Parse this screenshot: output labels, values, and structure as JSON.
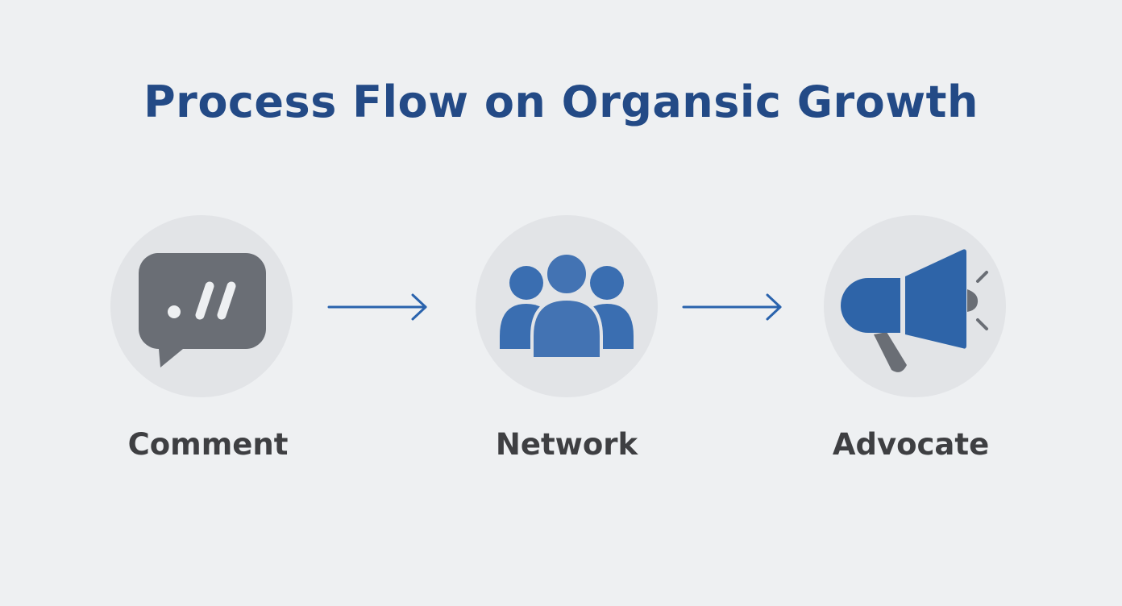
{
  "title": "Process Flow on Organsic Growth",
  "steps": [
    {
      "label": "Comment",
      "icon": "speech-bubble-icon"
    },
    {
      "label": "Network",
      "icon": "people-group-icon"
    },
    {
      "label": "Advocate",
      "icon": "megaphone-icon"
    }
  ],
  "colors": {
    "background": "#eef0f2",
    "title": "#234a86",
    "circle": "#e2e4e7",
    "icon_blue": "#2e64a8",
    "icon_gray": "#6a6e75",
    "arrow": "#2a63ad",
    "label": "#3e3f42"
  }
}
